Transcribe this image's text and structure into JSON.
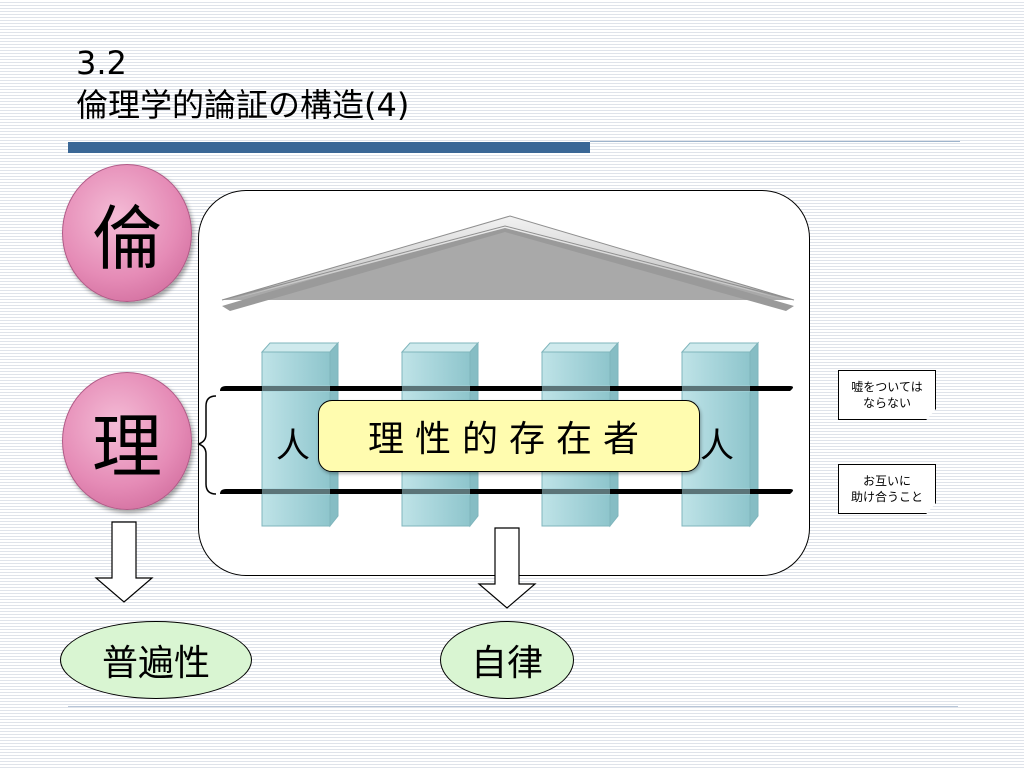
{
  "slide": {
    "title_line1": "3.2",
    "title_line2": "倫理学的論証の構造(4)"
  },
  "circles": {
    "top": "倫",
    "bottom": "理"
  },
  "diagram": {
    "person_left": "人",
    "person_right": "人",
    "banner": "理性的存在者"
  },
  "notes": [
    {
      "line1": "嘘をついては",
      "line2": "ならない"
    },
    {
      "line1": "お互いに",
      "line2": "助け合うこと"
    }
  ],
  "results": {
    "left": "普遍性",
    "right": "自律"
  },
  "colors": {
    "accent_bar": "#3a6796",
    "circle_pink": "#e58bb6",
    "pillar_teal": "#a6d4da",
    "banner_yellow": "#fffcaf",
    "oval_green": "#d9f5d2"
  }
}
